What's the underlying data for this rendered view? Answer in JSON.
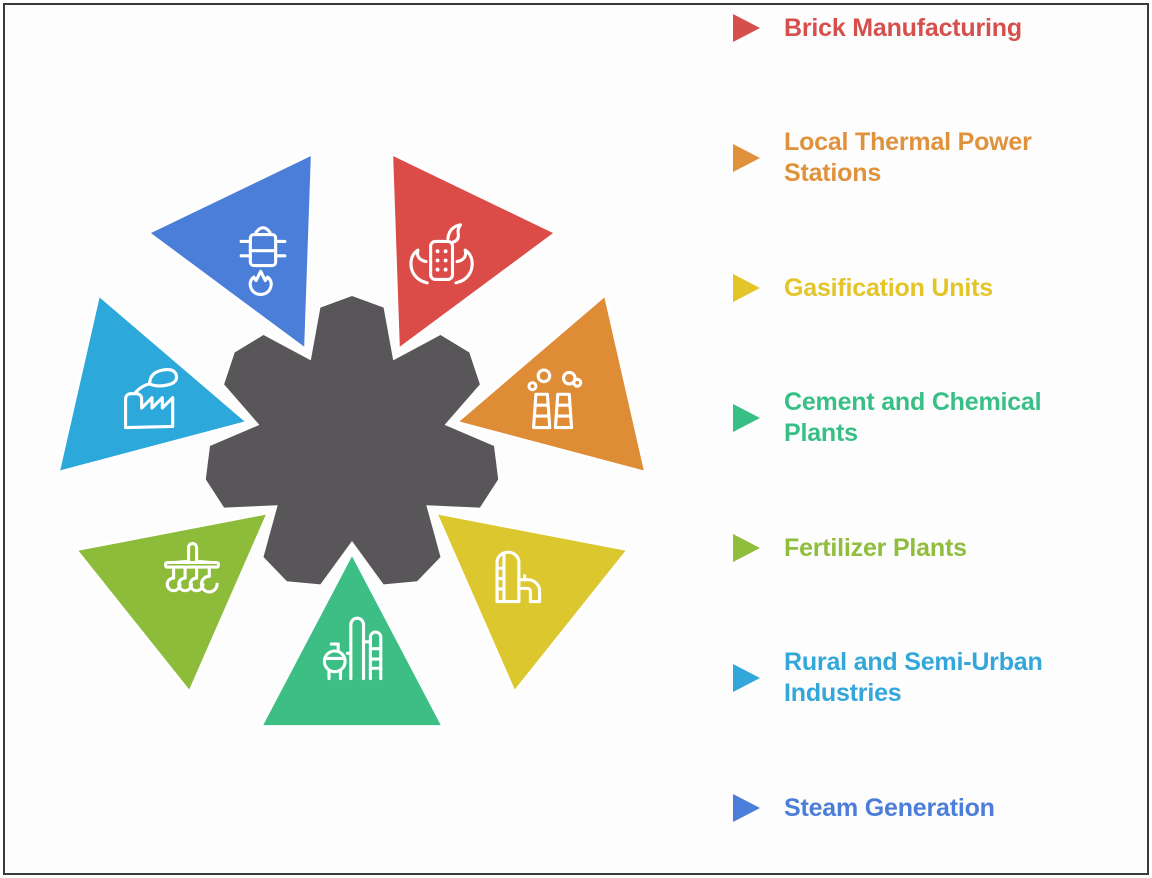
{
  "page": {
    "background": "#fdfdfd",
    "frame_border_color": "#3a3a3a"
  },
  "wheel": {
    "center_shape_color": "#595659",
    "segments": [
      {
        "label": "Brick Manufacturing",
        "color": "#DB4B47",
        "icon": "burning-brick-icon"
      },
      {
        "label": "Local Thermal Power Stations",
        "color": "#DF8C37",
        "icon": "smokestacks-icon"
      },
      {
        "label": "Gasification Units",
        "color": "#DDC72E",
        "icon": "gasifier-silo-icon"
      },
      {
        "label": "Cement and Chemical Plants",
        "color": "#3CBE84",
        "icon": "chemical-plant-icon"
      },
      {
        "label": "Fertilizer Plants",
        "color": "#8CBC39",
        "icon": "plow-cultivator-icon"
      },
      {
        "label": "Rural and Semi-Urban Industries",
        "color": "#2CA8DB",
        "icon": "eco-factory-icon"
      },
      {
        "label": "Steam Generation",
        "color": "#4B7ED8",
        "icon": "steam-pot-icon"
      }
    ]
  },
  "legend": {
    "items": [
      {
        "label": "Brick Manufacturing",
        "color": "#D5504D"
      },
      {
        "label": "Local Thermal Power Stations",
        "color": "#E0913C"
      },
      {
        "label": "Gasification Units",
        "color": "#E3C529"
      },
      {
        "label": "Cement and Chemical Plants",
        "color": "#38BF85"
      },
      {
        "label": "Fertilizer Plants",
        "color": "#8FBE3C"
      },
      {
        "label": "Rural and Semi-Urban Industries",
        "color": "#33A7DA"
      },
      {
        "label": "Steam Generation",
        "color": "#4C7ED9"
      }
    ]
  }
}
